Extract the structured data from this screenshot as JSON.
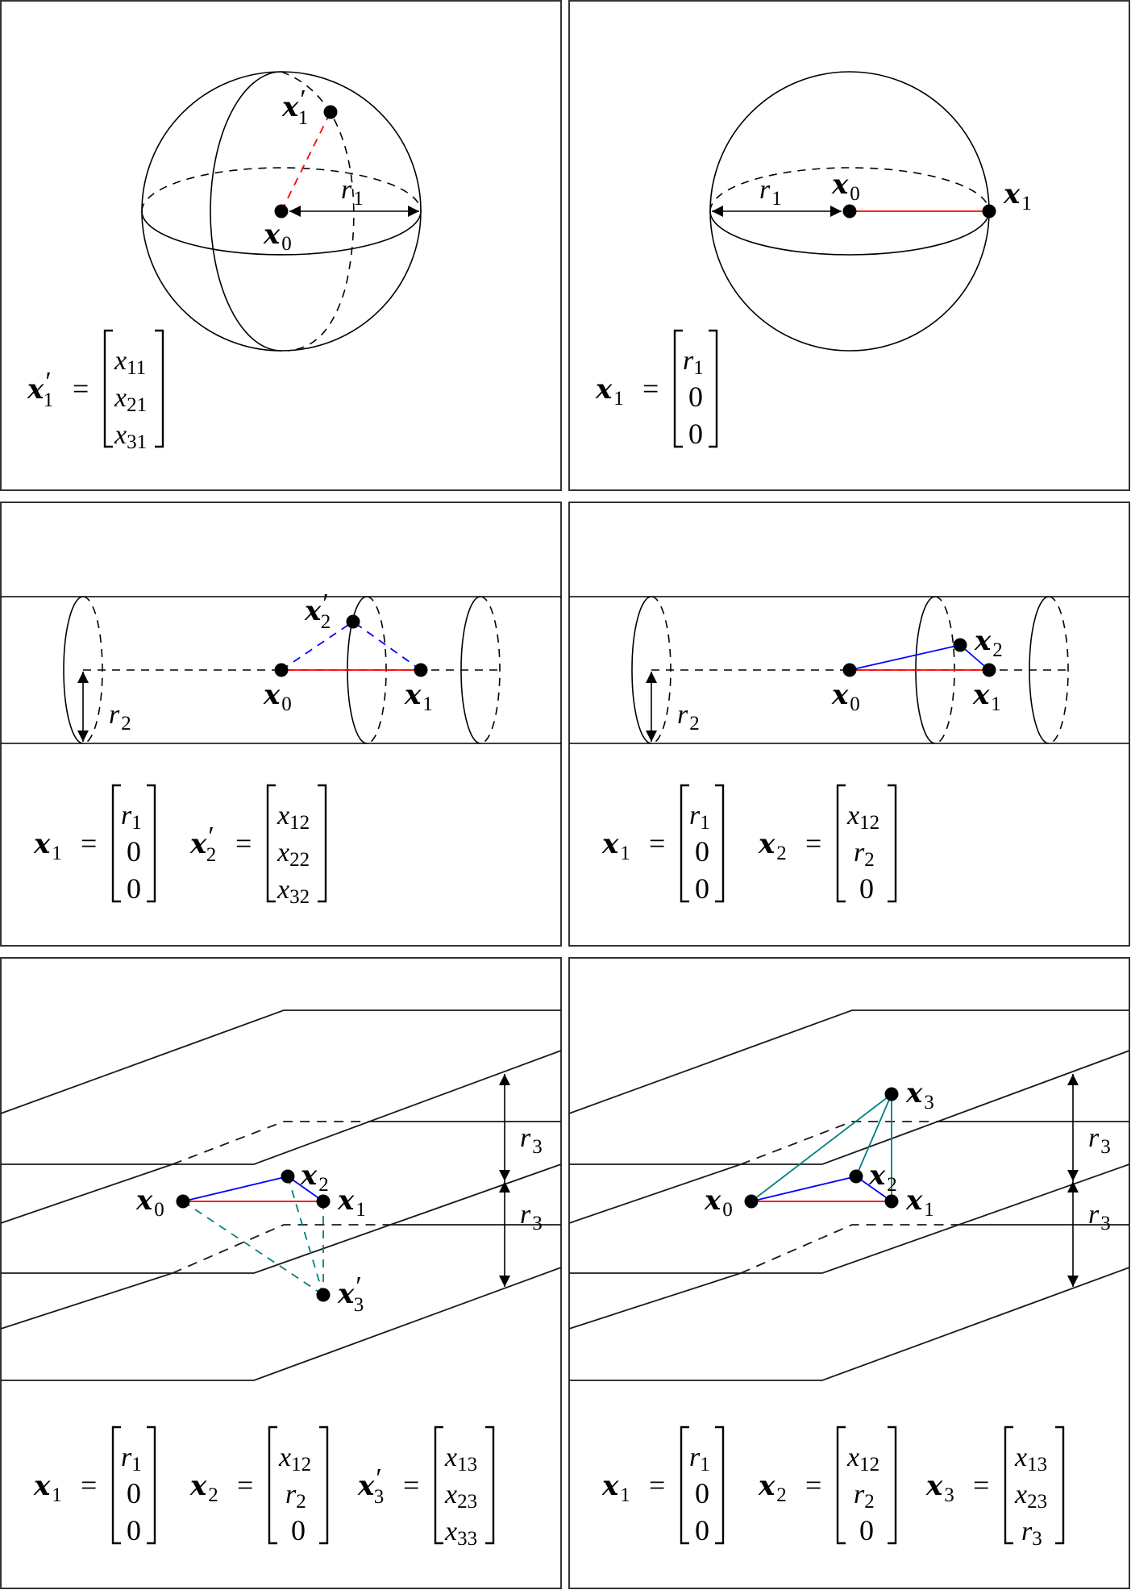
{
  "figure": {
    "description": "Six-panel construction of a 3-point configuration: sphere, cylinder and slab constraints",
    "colors": {
      "frame": "#333333",
      "line": "#000000",
      "red_edge": "#ff0000",
      "blue_edge": "#0000ff",
      "teal_edge": "#008080"
    },
    "panels": [
      {
        "id": "sphere-unconstrained",
        "shape": "sphere",
        "points": [
          {
            "label": "x",
            "sub": "0",
            "prime": false
          },
          {
            "label": "x",
            "sub": "1",
            "prime": true
          }
        ],
        "radius_label": {
          "sym": "r",
          "sub": "1"
        },
        "edges": [
          {
            "from": "x0",
            "to": "x1'",
            "color": "red",
            "style": "dashed"
          }
        ],
        "equations": [
          {
            "lhs": {
              "sym": "x",
              "sub": "1",
              "prime": true
            },
            "rows": [
              [
                "x",
                "11"
              ],
              [
                "x",
                "21"
              ],
              [
                "x",
                "31"
              ]
            ]
          }
        ]
      },
      {
        "id": "sphere-aligned",
        "shape": "sphere",
        "points": [
          {
            "label": "x",
            "sub": "0",
            "prime": false
          },
          {
            "label": "x",
            "sub": "1",
            "prime": false
          }
        ],
        "radius_label": {
          "sym": "r",
          "sub": "1"
        },
        "edges": [
          {
            "from": "x0",
            "to": "x1",
            "color": "red",
            "style": "solid"
          }
        ],
        "equations": [
          {
            "lhs": {
              "sym": "x",
              "sub": "1",
              "prime": false
            },
            "rows": [
              [
                "r",
                "1"
              ],
              [
                "0",
                ""
              ],
              [
                "0",
                ""
              ]
            ]
          }
        ]
      },
      {
        "id": "cylinder-unconstrained",
        "shape": "cylinder",
        "points": [
          {
            "label": "x",
            "sub": "0",
            "prime": false
          },
          {
            "label": "x",
            "sub": "1",
            "prime": false
          },
          {
            "label": "x",
            "sub": "2",
            "prime": true
          }
        ],
        "radius_label": {
          "sym": "r",
          "sub": "2"
        },
        "edges": [
          {
            "from": "x0",
            "to": "x1",
            "color": "red",
            "style": "solid"
          },
          {
            "from": "x0",
            "to": "x2'",
            "color": "blue",
            "style": "dashed"
          },
          {
            "from": "x1",
            "to": "x2'",
            "color": "blue",
            "style": "dashed"
          }
        ],
        "equations": [
          {
            "lhs": {
              "sym": "x",
              "sub": "1",
              "prime": false
            },
            "rows": [
              [
                "r",
                "1"
              ],
              [
                "0",
                ""
              ],
              [
                "0",
                ""
              ]
            ]
          },
          {
            "lhs": {
              "sym": "x",
              "sub": "2",
              "prime": true
            },
            "rows": [
              [
                "x",
                "12"
              ],
              [
                "x",
                "22"
              ],
              [
                "x",
                "32"
              ]
            ]
          }
        ]
      },
      {
        "id": "cylinder-aligned",
        "shape": "cylinder",
        "points": [
          {
            "label": "x",
            "sub": "0",
            "prime": false
          },
          {
            "label": "x",
            "sub": "1",
            "prime": false
          },
          {
            "label": "x",
            "sub": "2",
            "prime": false
          }
        ],
        "radius_label": {
          "sym": "r",
          "sub": "2"
        },
        "edges": [
          {
            "from": "x0",
            "to": "x1",
            "color": "red",
            "style": "solid"
          },
          {
            "from": "x0",
            "to": "x2",
            "color": "blue",
            "style": "solid"
          },
          {
            "from": "x1",
            "to": "x2",
            "color": "blue",
            "style": "solid"
          }
        ],
        "equations": [
          {
            "lhs": {
              "sym": "x",
              "sub": "1",
              "prime": false
            },
            "rows": [
              [
                "r",
                "1"
              ],
              [
                "0",
                ""
              ],
              [
                "0",
                ""
              ]
            ]
          },
          {
            "lhs": {
              "sym": "x",
              "sub": "2",
              "prime": false
            },
            "rows": [
              [
                "x",
                "12"
              ],
              [
                "r",
                "2"
              ],
              [
                "0",
                ""
              ]
            ]
          }
        ]
      },
      {
        "id": "slab-unconstrained",
        "shape": "slab",
        "points": [
          {
            "label": "x",
            "sub": "0",
            "prime": false
          },
          {
            "label": "x",
            "sub": "1",
            "prime": false
          },
          {
            "label": "x",
            "sub": "2",
            "prime": false
          },
          {
            "label": "x",
            "sub": "3",
            "prime": true
          }
        ],
        "radius_labels": [
          {
            "sym": "r",
            "sub": "3"
          },
          {
            "sym": "r",
            "sub": "3"
          }
        ],
        "edges": [
          {
            "from": "x0",
            "to": "x1",
            "color": "red",
            "style": "solid"
          },
          {
            "from": "x0",
            "to": "x2",
            "color": "blue",
            "style": "solid"
          },
          {
            "from": "x1",
            "to": "x2",
            "color": "blue",
            "style": "solid"
          },
          {
            "from": "x0",
            "to": "x3'",
            "color": "teal",
            "style": "dashed"
          },
          {
            "from": "x1",
            "to": "x3'",
            "color": "teal",
            "style": "dashed"
          },
          {
            "from": "x2",
            "to": "x3'",
            "color": "teal",
            "style": "dashed"
          }
        ],
        "equations": [
          {
            "lhs": {
              "sym": "x",
              "sub": "1",
              "prime": false
            },
            "rows": [
              [
                "r",
                "1"
              ],
              [
                "0",
                ""
              ],
              [
                "0",
                ""
              ]
            ]
          },
          {
            "lhs": {
              "sym": "x",
              "sub": "2",
              "prime": false
            },
            "rows": [
              [
                "x",
                "12"
              ],
              [
                "r",
                "2"
              ],
              [
                "0",
                ""
              ]
            ]
          },
          {
            "lhs": {
              "sym": "x",
              "sub": "3",
              "prime": true
            },
            "rows": [
              [
                "x",
                "13"
              ],
              [
                "x",
                "23"
              ],
              [
                "x",
                "33"
              ]
            ]
          }
        ]
      },
      {
        "id": "slab-aligned",
        "shape": "slab",
        "points": [
          {
            "label": "x",
            "sub": "0",
            "prime": false
          },
          {
            "label": "x",
            "sub": "1",
            "prime": false
          },
          {
            "label": "x",
            "sub": "2",
            "prime": false
          },
          {
            "label": "x",
            "sub": "3",
            "prime": false
          }
        ],
        "radius_labels": [
          {
            "sym": "r",
            "sub": "3"
          },
          {
            "sym": "r",
            "sub": "3"
          }
        ],
        "edges": [
          {
            "from": "x0",
            "to": "x1",
            "color": "red",
            "style": "solid"
          },
          {
            "from": "x0",
            "to": "x2",
            "color": "blue",
            "style": "solid"
          },
          {
            "from": "x1",
            "to": "x2",
            "color": "blue",
            "style": "solid"
          },
          {
            "from": "x0",
            "to": "x3",
            "color": "teal",
            "style": "solid"
          },
          {
            "from": "x1",
            "to": "x3",
            "color": "teal",
            "style": "solid"
          },
          {
            "from": "x2",
            "to": "x3",
            "color": "teal",
            "style": "solid"
          }
        ],
        "equations": [
          {
            "lhs": {
              "sym": "x",
              "sub": "1",
              "prime": false
            },
            "rows": [
              [
                "r",
                "1"
              ],
              [
                "0",
                ""
              ],
              [
                "0",
                ""
              ]
            ]
          },
          {
            "lhs": {
              "sym": "x",
              "sub": "2",
              "prime": false
            },
            "rows": [
              [
                "x",
                "12"
              ],
              [
                "r",
                "2"
              ],
              [
                "0",
                ""
              ]
            ]
          },
          {
            "lhs": {
              "sym": "x",
              "sub": "3",
              "prime": false
            },
            "rows": [
              [
                "x",
                "13"
              ],
              [
                "x",
                "23"
              ],
              [
                "r",
                "3"
              ]
            ]
          }
        ]
      }
    ],
    "symbols": {
      "equals": "=",
      "prime": "′"
    }
  }
}
